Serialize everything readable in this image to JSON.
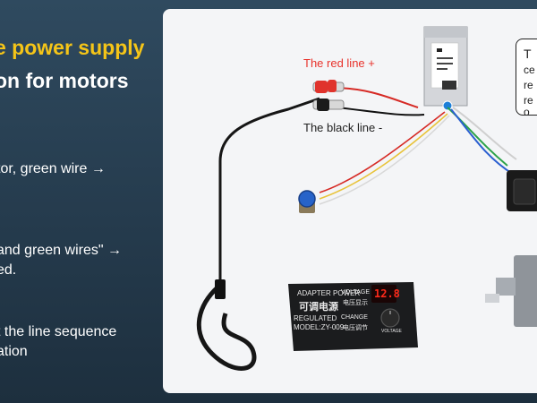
{
  "left_panel": {
    "title_line_1": "e power supply",
    "title_line_2": "on for motors",
    "text_lines": [
      "tor, green wire →",
      "and green wires\" →",
      "ed.",
      "t the line sequence",
      "ation"
    ]
  },
  "photo": {
    "label_red": "The red line +",
    "label_black": "The black line -",
    "callout_fragments": [
      "T",
      "ce",
      "re",
      "re",
      "o"
    ],
    "adapter": {
      "brand_line": "ADAPTER POWER",
      "cn_title": "可调电源",
      "regulated": "REGULATED",
      "model": "MODEL:ZY-009",
      "voltage": "VOLTAGE",
      "voltage_cn": "电压显示",
      "change": "CHANGE",
      "change_cn": "电压调节",
      "display_value": "12.8",
      "knob_label": "VOLTAGE"
    }
  },
  "colors": {
    "background": "#253b4d",
    "accent_yellow": "#f5c518",
    "red_wire": "#e8322b",
    "green_wire": "#2ca24a",
    "blue_wire": "#2b5fd0",
    "yellow_wire": "#e8c33a",
    "display_red": "#ff2a1a"
  }
}
